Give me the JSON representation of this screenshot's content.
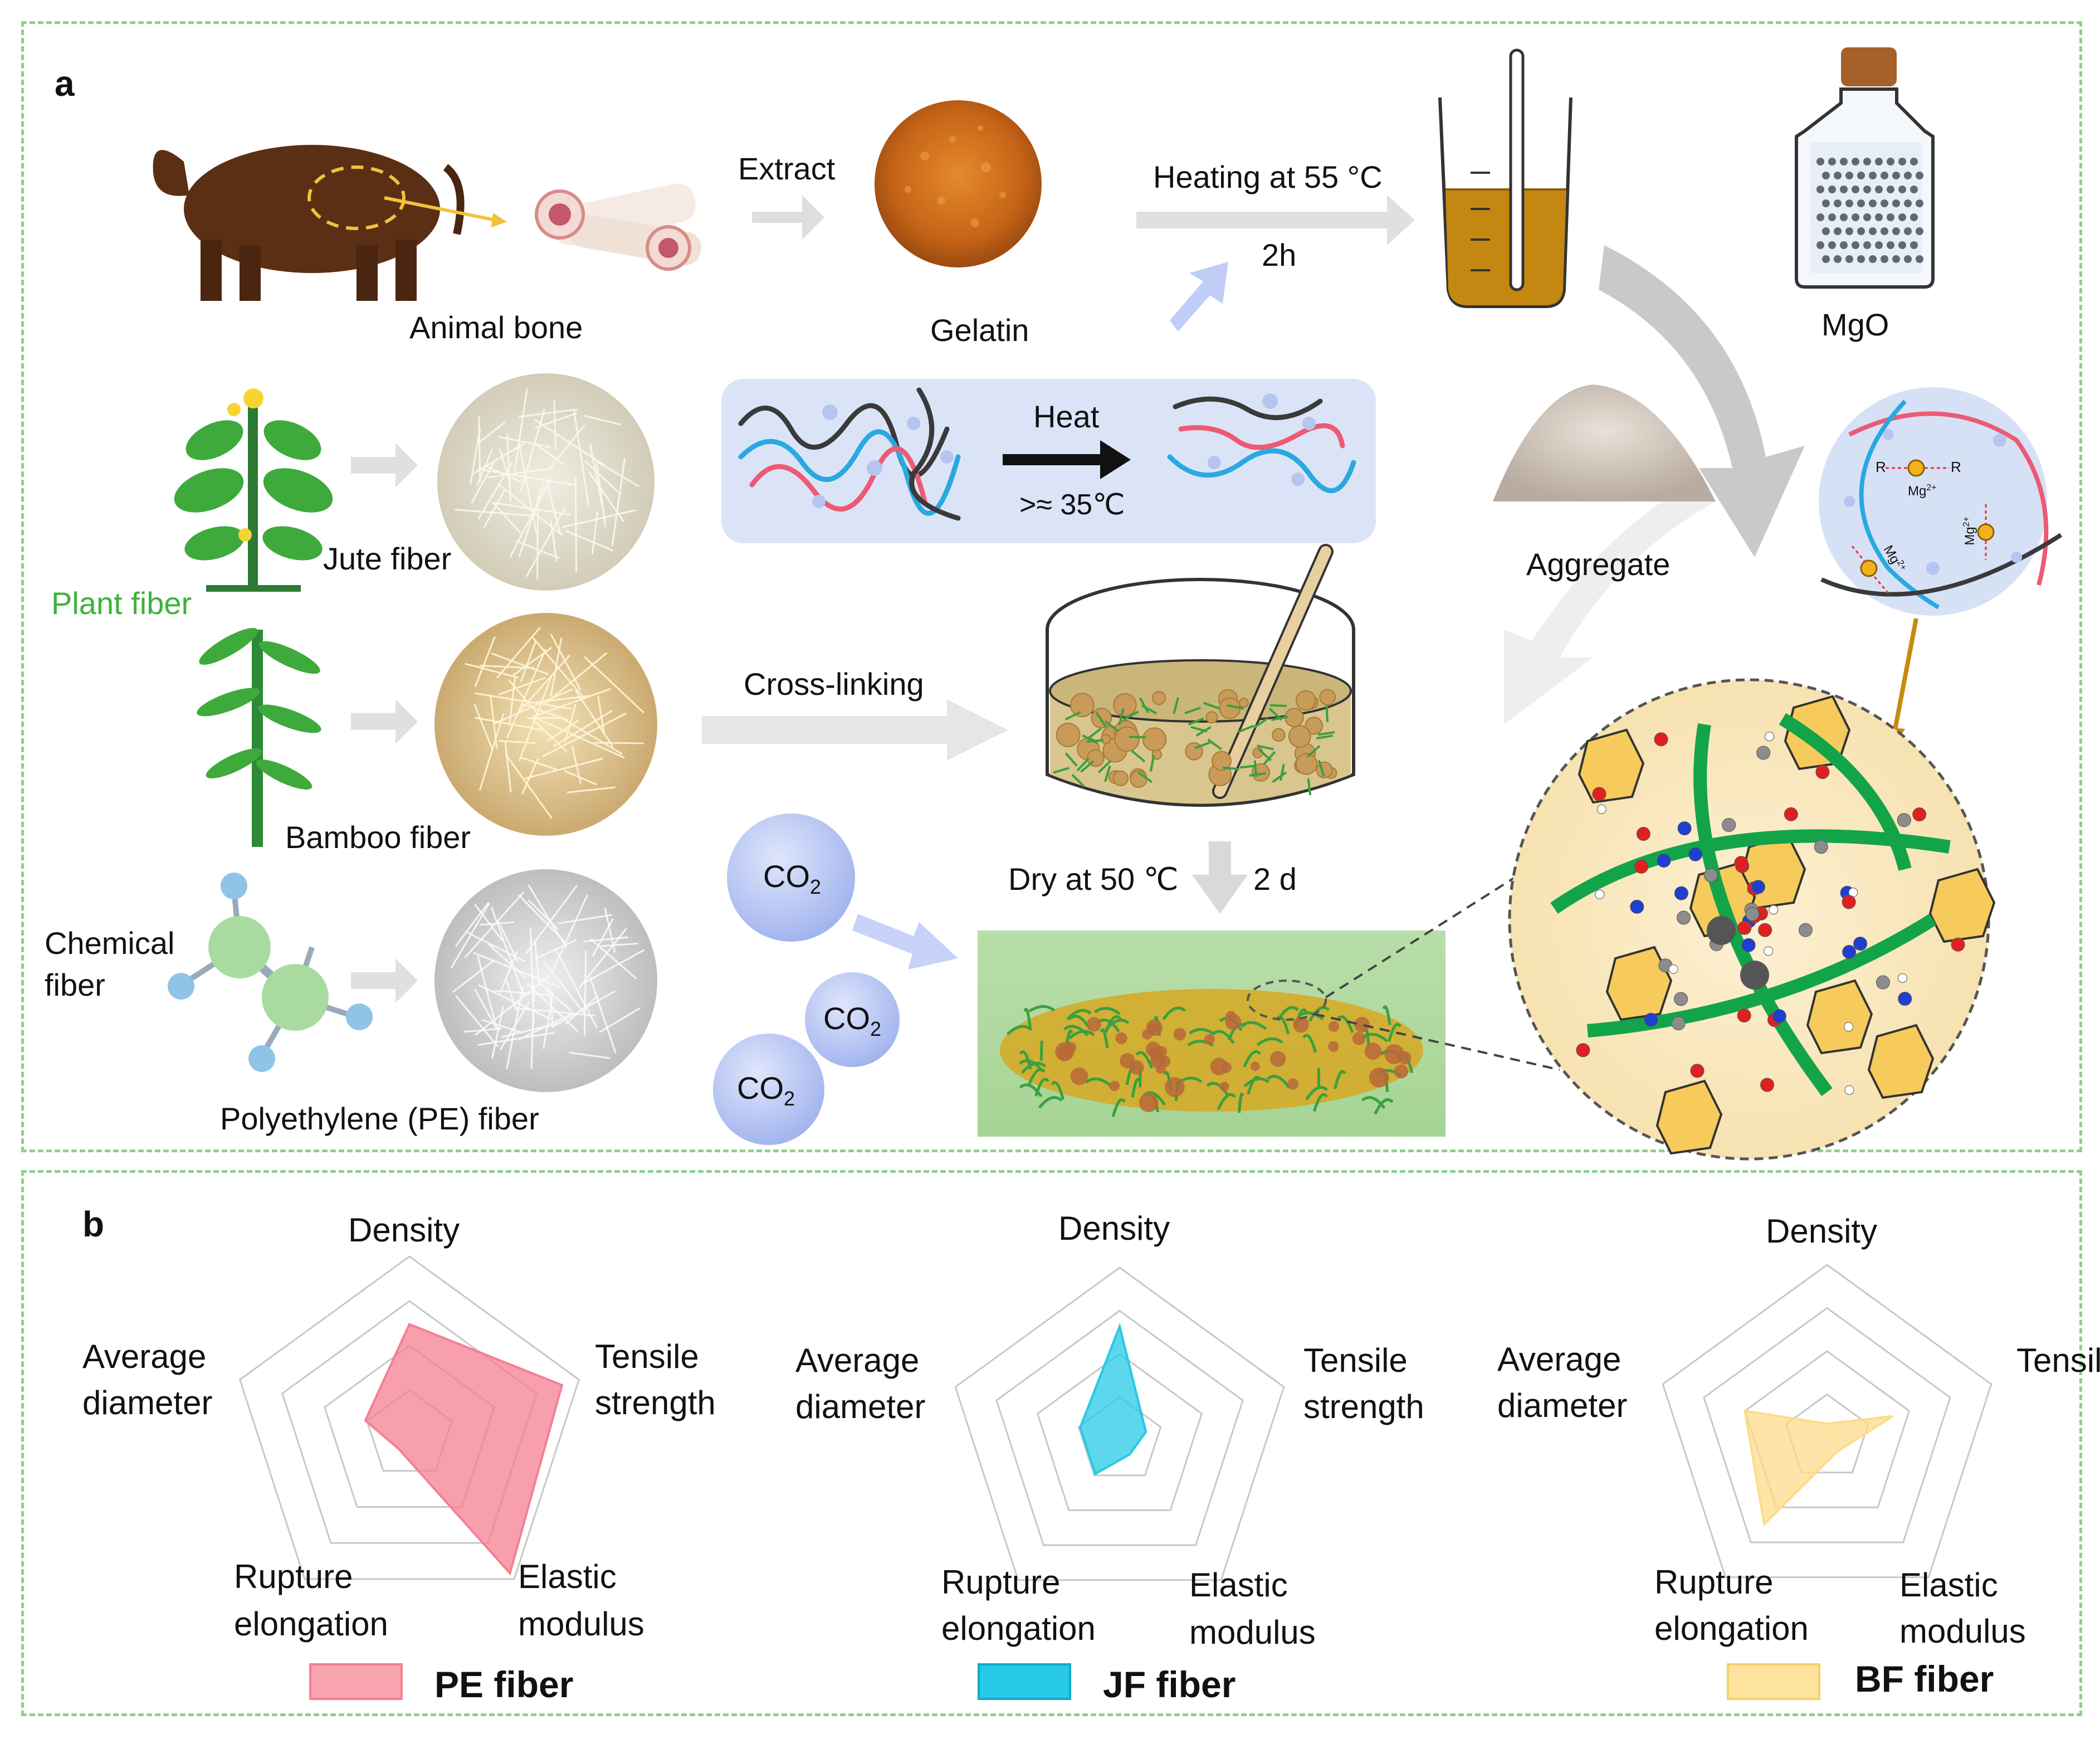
{
  "panel_a": {
    "label": "a",
    "items": {
      "animal_bone": "Animal bone",
      "extract": "Extract",
      "gelatin": "Gelatin",
      "heating": "Heating at 55 °C",
      "heating_time": "2h",
      "mgo": "MgO",
      "heat": "Heat",
      "heat_temp": ">≈ 35℃",
      "aggregate": "Aggregate",
      "jute_fiber": "Jute fiber",
      "plant_fiber": "Plant fiber",
      "bamboo_fiber": "Bamboo fiber",
      "cross_linking": "Cross-linking",
      "chemical_fiber_line1": "Chemical",
      "chemical_fiber_line2": "fiber",
      "pe_fiber": "Polyethylene (PE) fiber",
      "dry": "Dry at 50 ℃",
      "dry_time": "2 d",
      "co2_1": "CO",
      "co2_2": "CO",
      "co2_3": "CO",
      "co2_sub": "2",
      "mg_ion": "Mg",
      "mg_charge": "2+",
      "r_group": "R"
    },
    "colors": {
      "plant_fiber_label": "#3db33a",
      "panel_border": "#8fd18b",
      "green_fiber": "#1aa84a"
    }
  },
  "panel_b": {
    "label": "b",
    "axes": [
      "Density",
      "Tensile strength",
      "Elastic modulus",
      "Rupture elongation",
      "Average diameter"
    ],
    "axis_labels": {
      "density": "Density",
      "tensile_1": "Tensile",
      "tensile_2": "strength",
      "elastic_1": "Elastic",
      "elastic_2": "modulus",
      "rupture_1": "Rupture",
      "rupture_2": "elongation",
      "average_1": "Average",
      "average_2": "diameter"
    },
    "legend": {
      "pe": "PE fiber",
      "jf": "JF fiber",
      "bf": "BF fiber"
    }
  },
  "chart_data": [
    {
      "type": "radar",
      "axes": [
        "Density",
        "Tensile strength",
        "Elastic modulus",
        "Rupture elongation",
        "Average diameter"
      ],
      "rlim": [
        0,
        1
      ],
      "rings": 4,
      "series": [
        {
          "name": "PE fiber",
          "values": [
            0.62,
            0.9,
            0.96,
            0.1,
            0.26
          ],
          "color": "#f47f92"
        }
      ]
    },
    {
      "type": "radar",
      "axes": [
        "Density",
        "Tensile strength",
        "Elastic modulus",
        "Rupture elongation",
        "Average diameter"
      ],
      "rlim": [
        0,
        1
      ],
      "rings": 4,
      "series": [
        {
          "name": "JF fiber",
          "values": [
            0.66,
            0.16,
            0.1,
            0.24,
            0.24
          ],
          "color": "#26c9e6"
        }
      ]
    },
    {
      "type": "radar",
      "axes": [
        "Density",
        "Tensile strength",
        "Elastic modulus",
        "Rupture elongation",
        "Average diameter"
      ],
      "rlim": [
        0,
        1
      ],
      "rings": 4,
      "series": [
        {
          "name": "BF fiber",
          "values": [
            0.08,
            0.4,
            0.1,
            0.62,
            0.5
          ],
          "color": "#fddc8a"
        }
      ]
    }
  ]
}
